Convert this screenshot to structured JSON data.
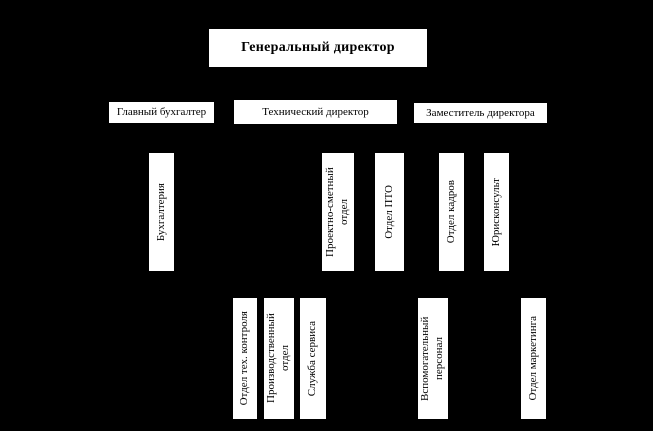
{
  "diagram": {
    "type": "org-chart",
    "background_color": "#000000",
    "node_background": "#ffffff",
    "node_border_color": "#000000",
    "node_text_color": "#000000"
  },
  "nodes": {
    "general_director": "Генеральный директор",
    "chief_accountant": "Главный бухгалтер",
    "technical_director": "Технический директор",
    "deputy_director": "Заместитель директора",
    "accounting": "Бухгалтерия",
    "project_estimate_department": "Проектно-сметный отдел",
    "pto_department": "Отдел ПТО",
    "hr_department": "Отдел кадров",
    "legal_counsel": "Юрисконсульт",
    "tech_control_department": "Отдел тех. контроля",
    "production_department": "Производственный отдел",
    "service_department": "Служба сервиса",
    "support_staff": "Вспомогательный персонал",
    "marketing_department": "Отдел маркетинга"
  }
}
